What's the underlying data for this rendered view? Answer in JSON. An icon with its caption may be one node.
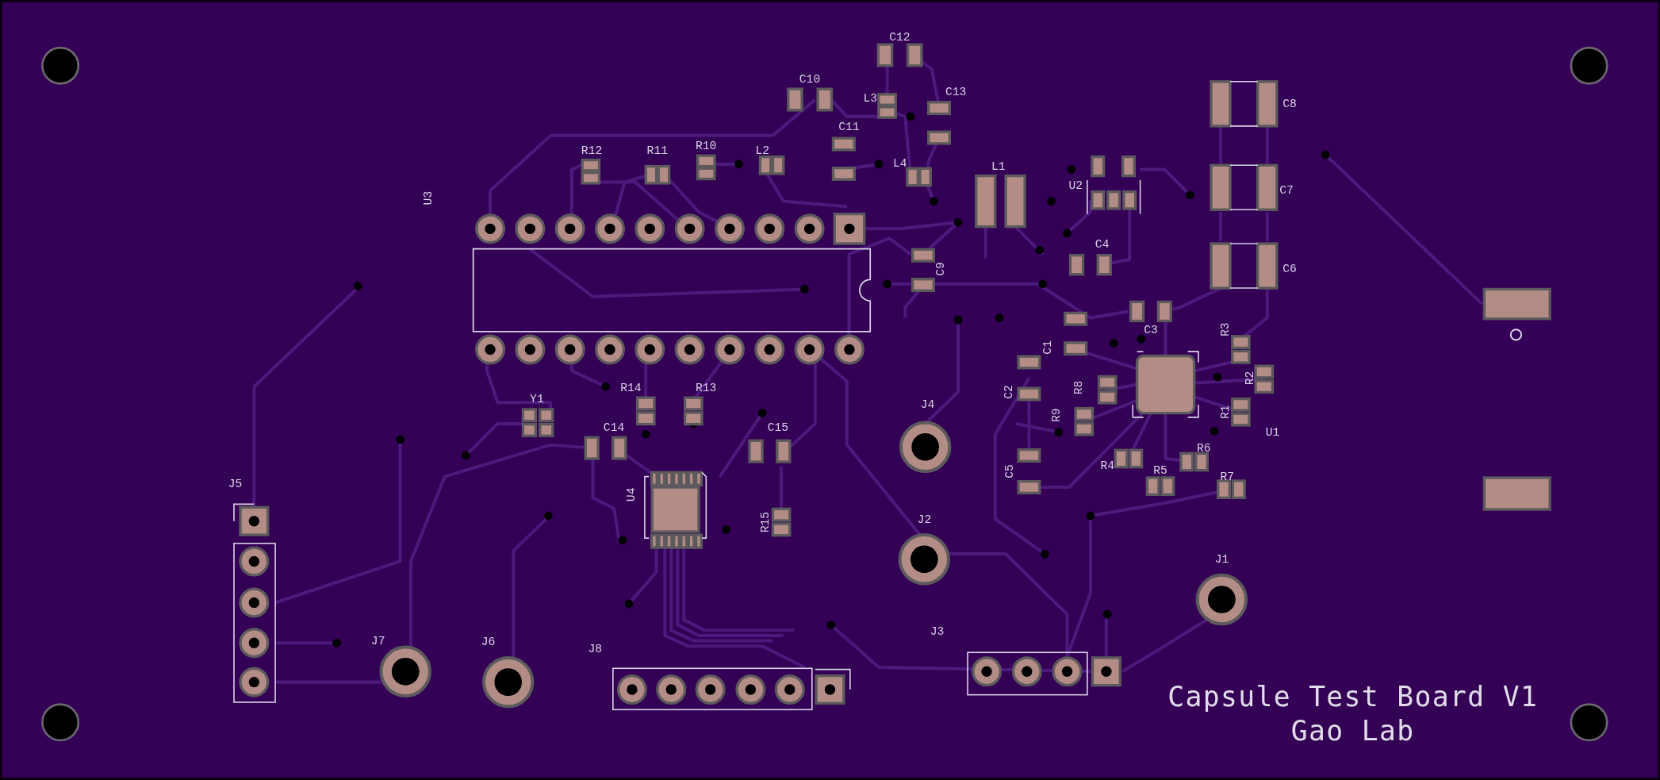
{
  "diagram": {
    "labels": [
      "C12",
      "C10",
      "L3",
      "C13",
      "C8",
      "C11",
      "R10",
      "R12",
      "R11",
      "L2",
      "L4",
      "L1",
      "U2",
      "C7",
      "U3",
      "C4",
      "C6",
      "C9",
      "C3",
      "R3",
      "C1",
      "R2",
      "R8",
      "R14",
      "R13",
      "C2",
      "Y1",
      "J4",
      "R9",
      "R1",
      "C14",
      "C15",
      "U1",
      "R6",
      "R4",
      "R5",
      "C5",
      "R7",
      "J5",
      "U4",
      "J2",
      "R15",
      "J1",
      "J3",
      "J7",
      "J6",
      "J8",
      "Capsule Test Board V1",
      "Gao Lab"
    ]
  }
}
